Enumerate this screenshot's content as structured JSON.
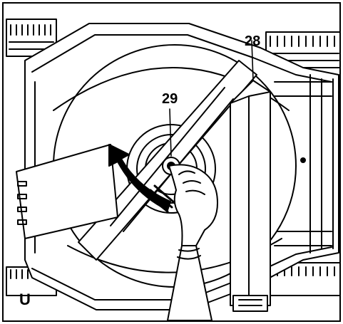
{
  "figure": {
    "callouts": {
      "blade_bolt": "29",
      "blade_holder": "28",
      "step": "U"
    },
    "colors": {
      "line": "#000000",
      "fill": "#ffffff",
      "shade": "#e6e6e6"
    }
  }
}
